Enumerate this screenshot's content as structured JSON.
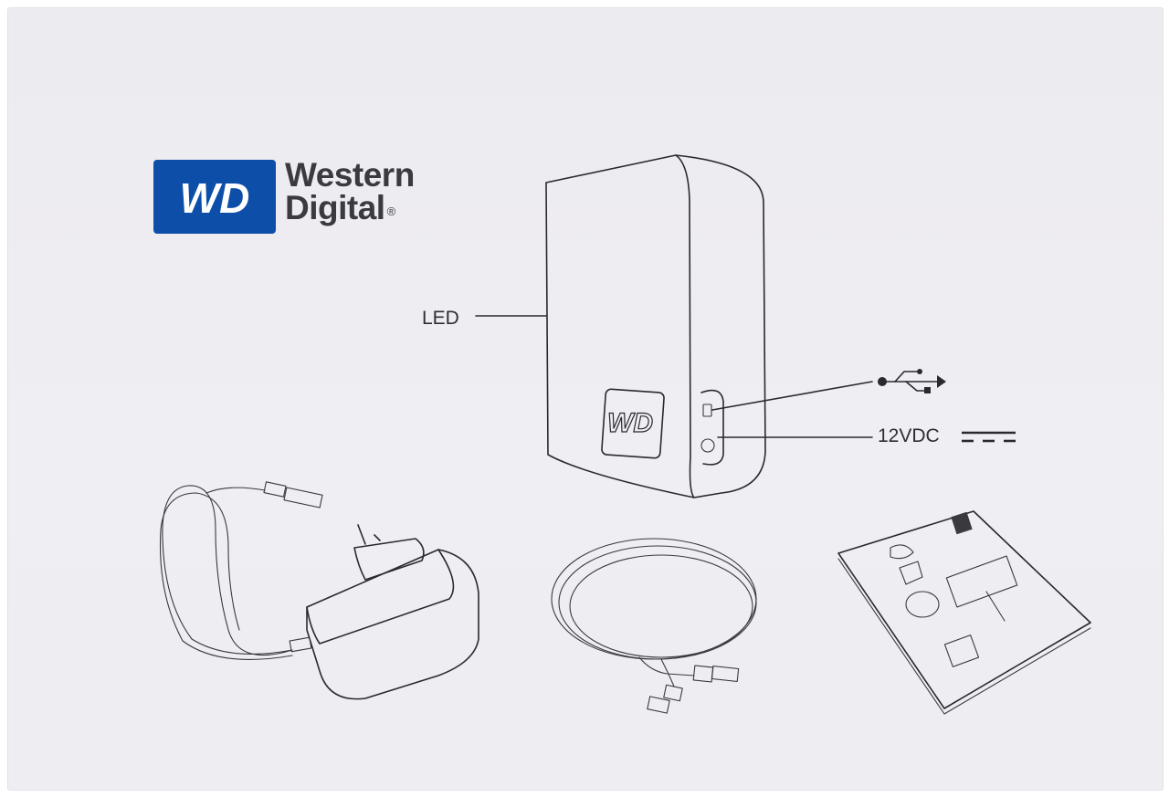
{
  "brand": {
    "logo_mark": "WD",
    "name_line1": "Western",
    "name_line2": "Digital",
    "registered": "®",
    "logo_color": "#0d4fa8"
  },
  "labels": {
    "led": "LED",
    "power": "12VDC",
    "usb_symbol": "usb-icon",
    "dc_symbol": "dc-power-icon"
  },
  "items": [
    {
      "name": "drive",
      "icon": "external-drive-illustration"
    },
    {
      "name": "power-adapter",
      "icon": "ac-adapter-illustration"
    },
    {
      "name": "usb-cable",
      "icon": "usb-cable-illustration"
    },
    {
      "name": "quick-install-guide",
      "icon": "guide-booklet-illustration"
    }
  ]
}
